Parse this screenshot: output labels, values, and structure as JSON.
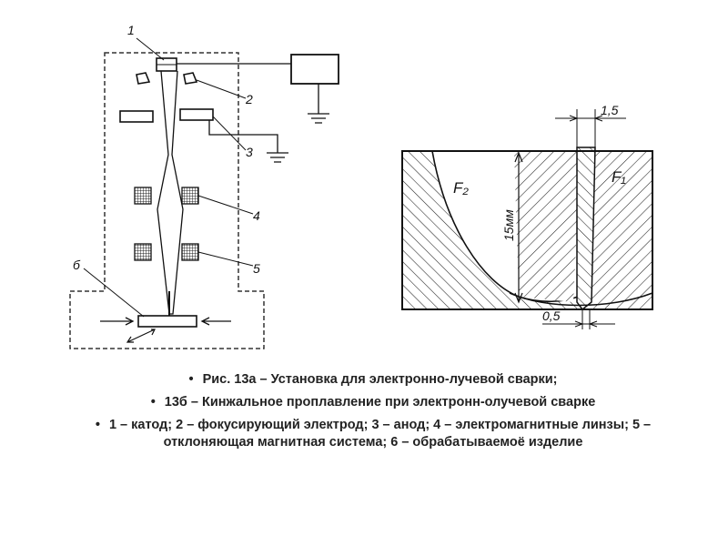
{
  "figure_a": {
    "labels": [
      "1",
      "2",
      "3",
      "4",
      "5",
      "б"
    ]
  },
  "figure_b": {
    "labels": {
      "top_width": "1,5",
      "depth": "15мм",
      "left_zone": "F₂",
      "right_zone": "F₁",
      "bottom_width": "0,5"
    }
  },
  "captions": {
    "line1": "Рис. 13а – Установка для электронно-лучевой сварки;",
    "line2": "13б – Кинжальное проплавление при электронн-олучевой сварке",
    "line3": "1 – катод; 2 – фокусирующий электрод; 3 – анод; 4 – электромагнитные линзы; 5 – отклоняющая магнитная система; 6 – обрабатываемоё изделие",
    "bullet": "•"
  }
}
